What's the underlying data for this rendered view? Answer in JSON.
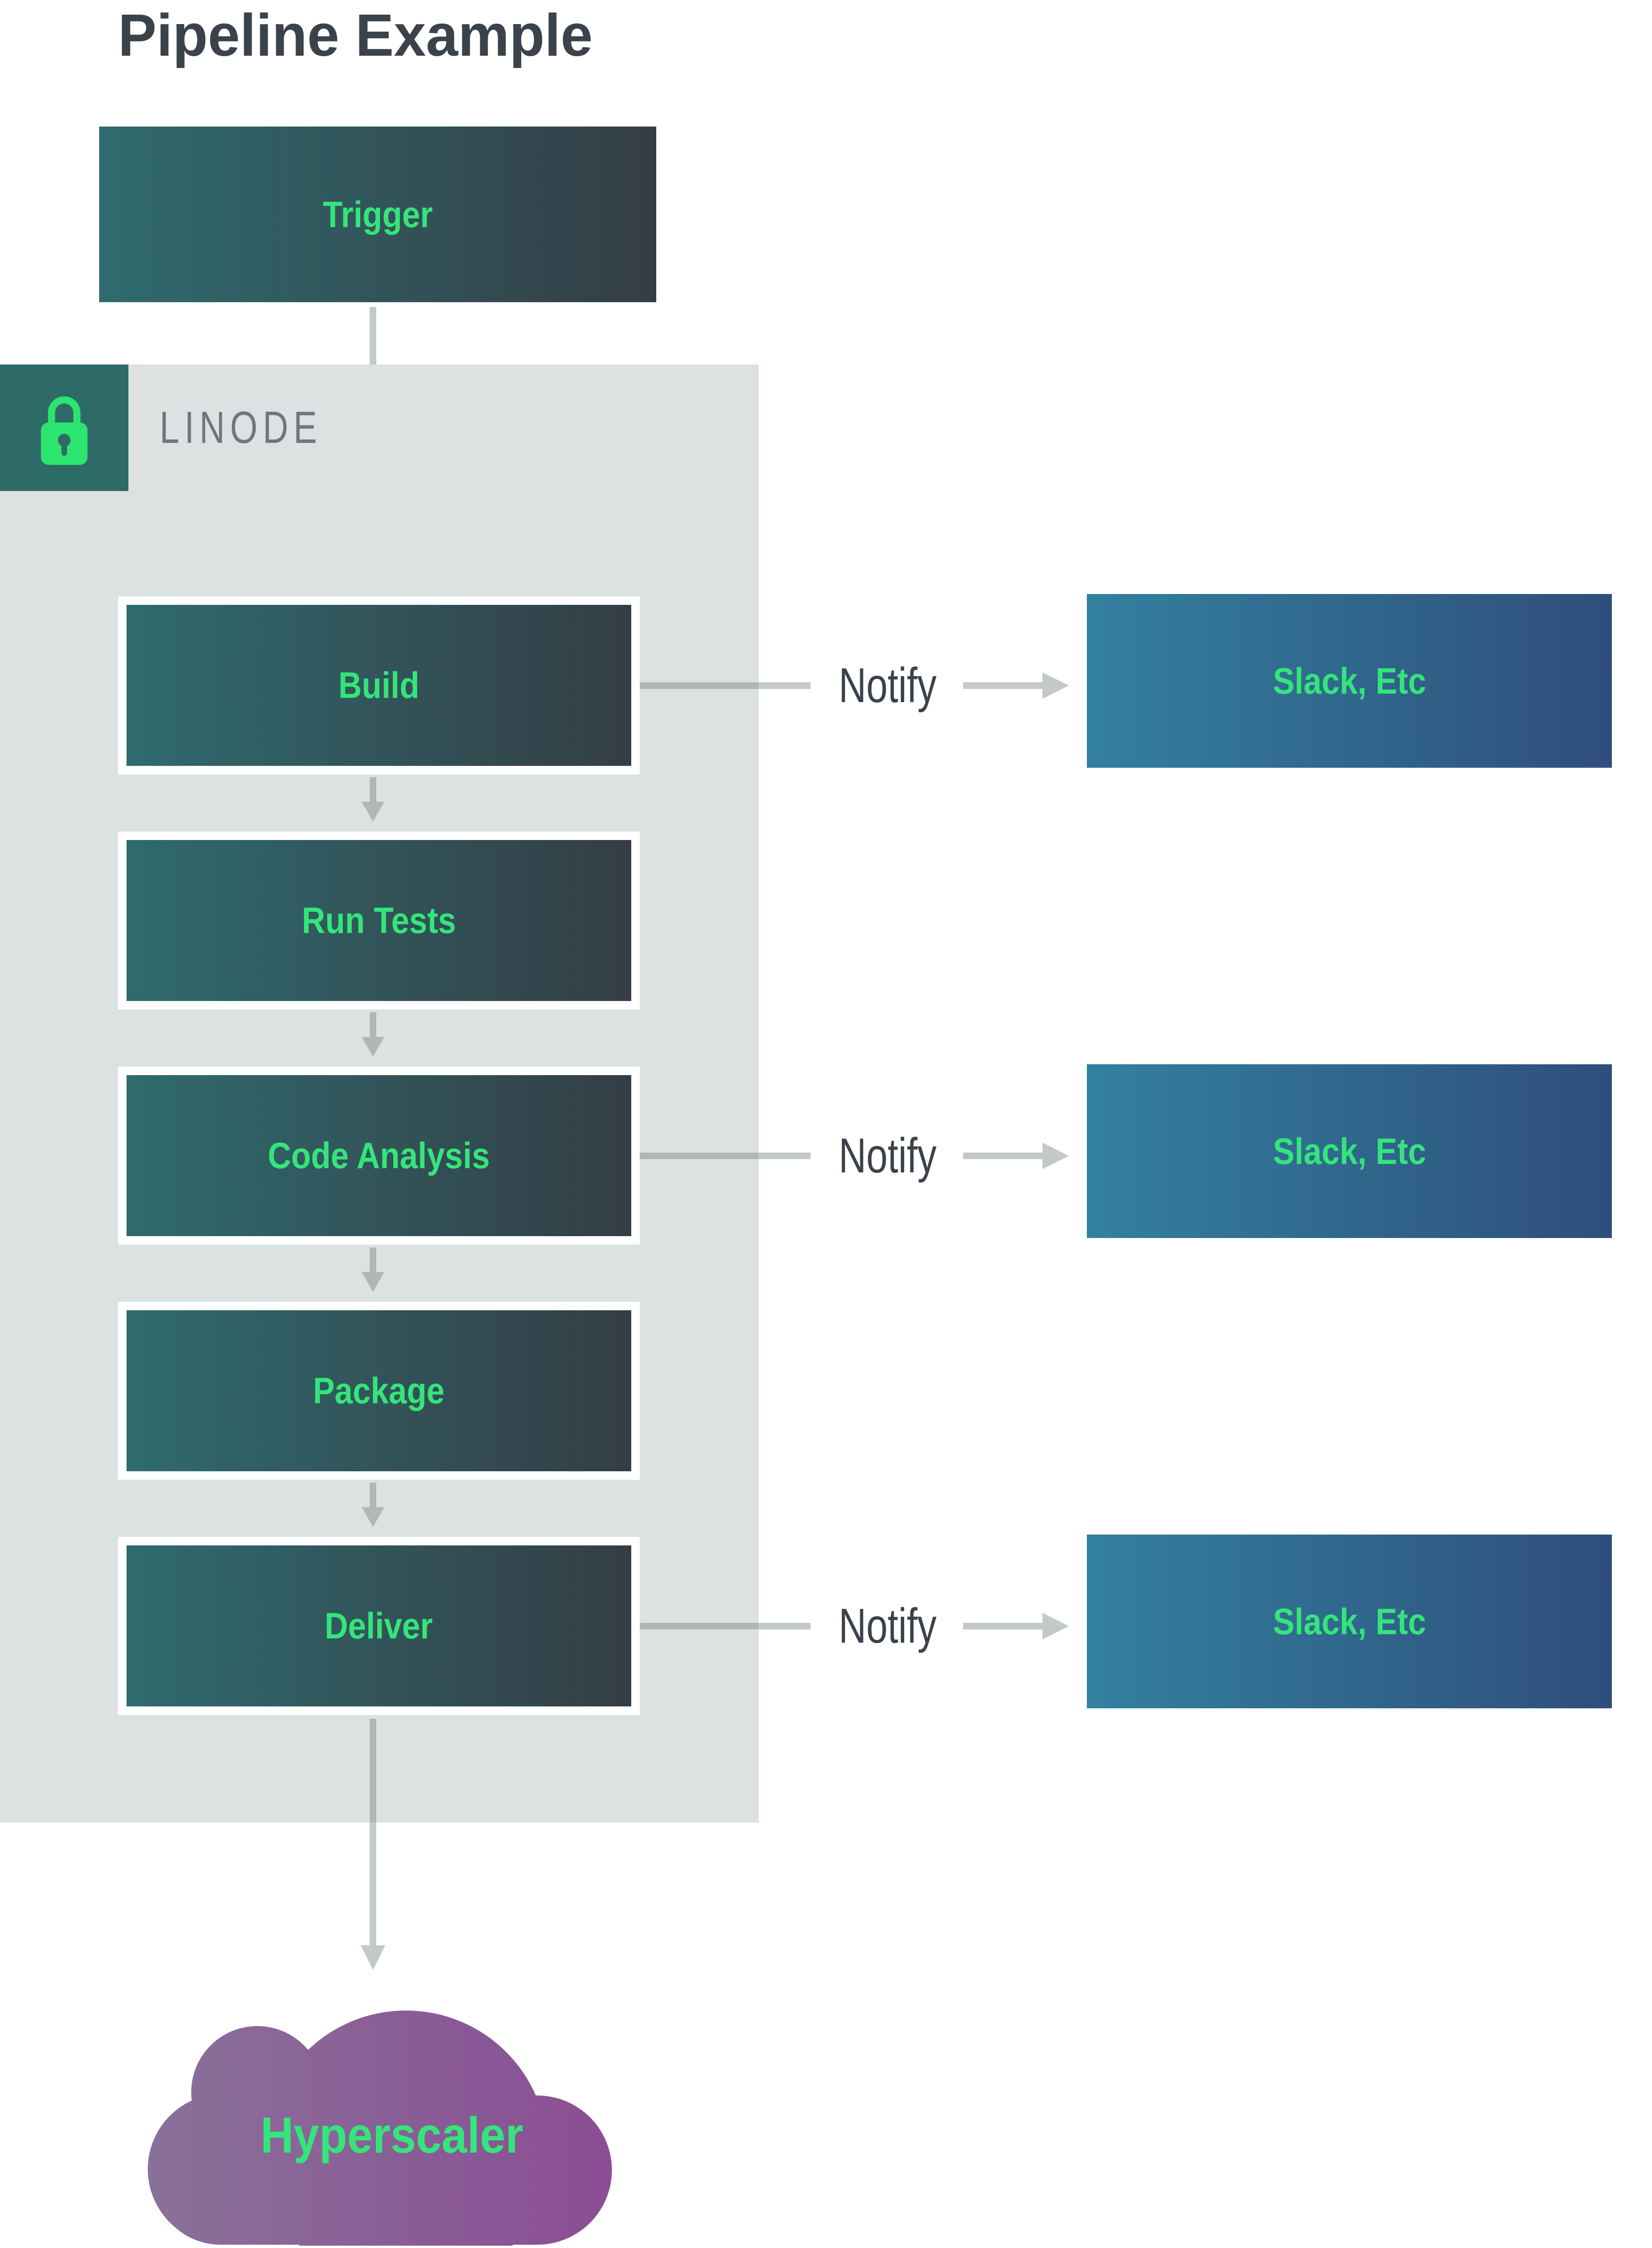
{
  "title": "Pipeline Example",
  "trigger": {
    "label": "Trigger"
  },
  "environment": {
    "label": "LINODE",
    "icon": "lock-icon"
  },
  "stages": [
    {
      "label": "Build",
      "notify": true
    },
    {
      "label": "Run Tests",
      "notify": false
    },
    {
      "label": "Code Analysis",
      "notify": true
    },
    {
      "label": "Package",
      "notify": false
    },
    {
      "label": "Deliver",
      "notify": true
    }
  ],
  "notify": {
    "label": "Notify",
    "target_label": "Slack, Etc"
  },
  "destination": {
    "label": "Hyperscaler"
  },
  "colors": {
    "accent_green": "#34e57a",
    "heading_text": "#3a424b",
    "container_bg": "#dbe2e1",
    "container_label_text": "#6f767d",
    "badge_bg": "#2e6b67",
    "stage_gradient_start": "#2f6b6e",
    "stage_gradient_end": "#343d45",
    "notify_target_gradient_start": "#32809f",
    "notify_target_gradient_end": "#2f4e7b",
    "cloud_gradient_start": "#897199",
    "cloud_gradient_end": "#8b4d94"
  }
}
